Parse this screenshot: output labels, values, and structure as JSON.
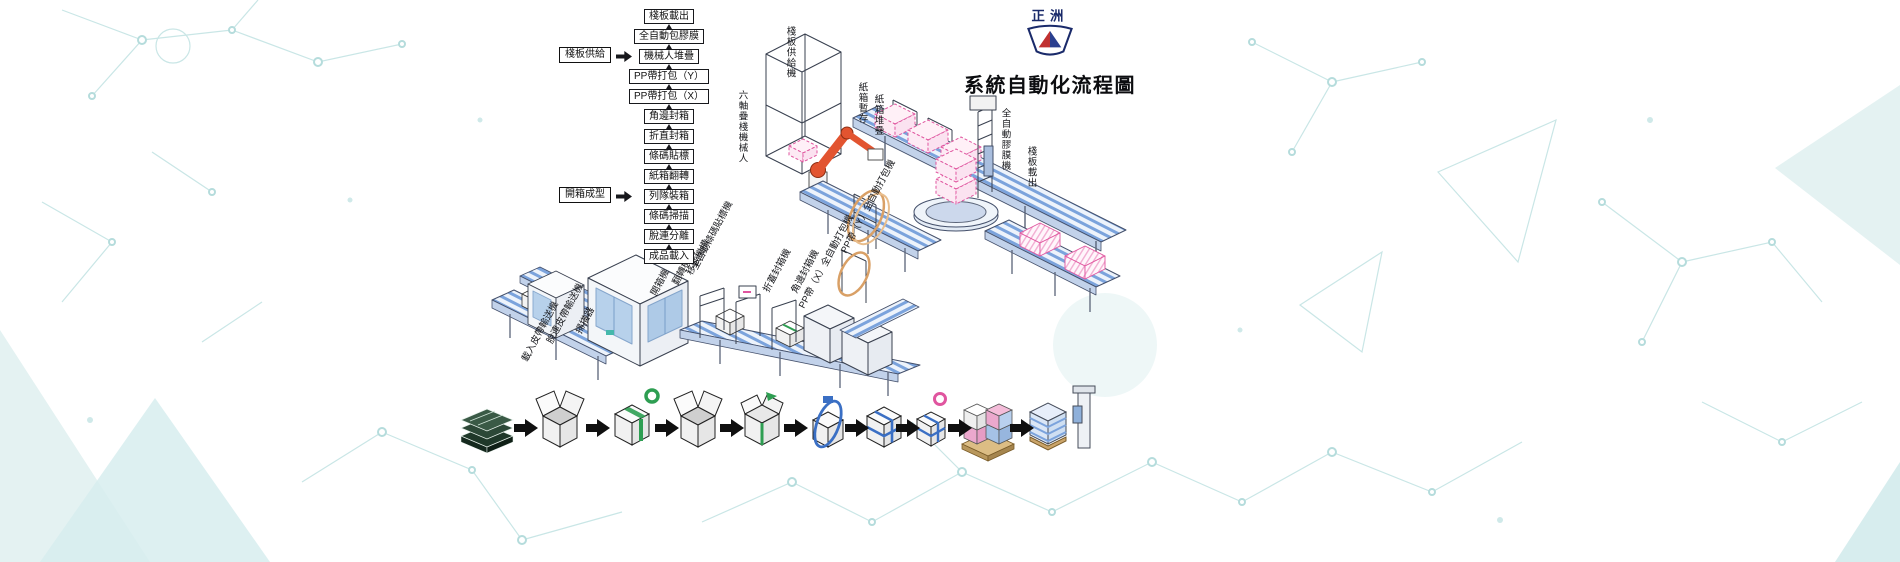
{
  "colors": {
    "background": "#ffffff",
    "network_teal": "#c9e6e6",
    "conveyor_blue": "#7ba3dc",
    "carton_pink": "#e0559f",
    "robot_orange": "#e25430",
    "strap_tan": "#d9a066",
    "tape_green": "#2e9e52",
    "band_blue": "#3a6fc4",
    "ink": "#111111",
    "logo_navy": "#1a2a6a",
    "logo_red": "#c03030"
  },
  "brand": {
    "logo_text": "正洲",
    "title": "系統自動化流程圖"
  },
  "flowchart": {
    "steps": [
      "棧板載出",
      "全自動包膠膜",
      "機械人堆疊",
      "PP帶打包（Y）",
      "PP帶打包（X）",
      "角邊封箱",
      "折直封箱",
      "條碼貼標",
      "紙箱翻轉",
      "列隊裝箱",
      "條碼掃描",
      "脫連分離",
      "成品載入"
    ],
    "inputs": [
      {
        "label": "棧板供給",
        "points_to": "機械人堆疊"
      },
      {
        "label": "開箱成型",
        "points_to": "列隊裝箱"
      }
    ]
  },
  "machine_labels": [
    "棧板供給機",
    "六軸疊棧機械人",
    "紙箱暫存",
    "紙箱堆疊",
    "全自動膠膜機",
    "棧板載出",
    "PP帶（Y）全自動打包機",
    "PP帶（X）全自動打包機",
    "角邊封箱機",
    "折蓋封箱機",
    "全自動條碼貼標機",
    "移載機構",
    "翻轉機構",
    "開箱機",
    "掃描器",
    "脫連皮帶輸送機",
    "載入皮帶輸送機"
  ],
  "process_icons": [
    "flattened-cartons-stack",
    "carton-erecting",
    "carton-taping",
    "open-carton",
    "carton-sealing",
    "strapping-ring",
    "strapped-carton",
    "strapped-carton-small",
    "palletized-stack",
    "stretch-wrapped-pallet"
  ]
}
